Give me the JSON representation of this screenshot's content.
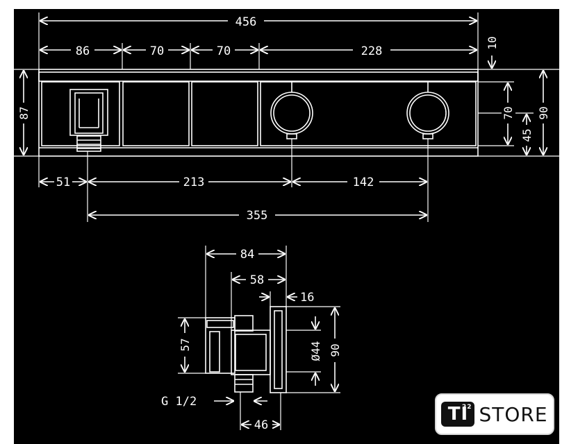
{
  "top_view": {
    "overall_width": "456",
    "segment_1": "86",
    "segment_2": "70",
    "segment_3": "70",
    "segment_4": "228",
    "top_offset": "10",
    "left_height": "87",
    "inner_height": "70",
    "right_height": "90",
    "right_lower": "45",
    "bottom_left": "51",
    "bottom_mid": "213",
    "bottom_right": "142",
    "bottom_total": "355"
  },
  "side_view": {
    "width_total": "84",
    "width_inner": "58",
    "plate_thickness": "16",
    "height_left": "57",
    "diameter": "Ø44",
    "height_right": "90",
    "thread_label": "G 1/2",
    "bottom_width": "46"
  },
  "logo": {
    "mark": "TI",
    "superscript": "22",
    "text": "STORE"
  }
}
